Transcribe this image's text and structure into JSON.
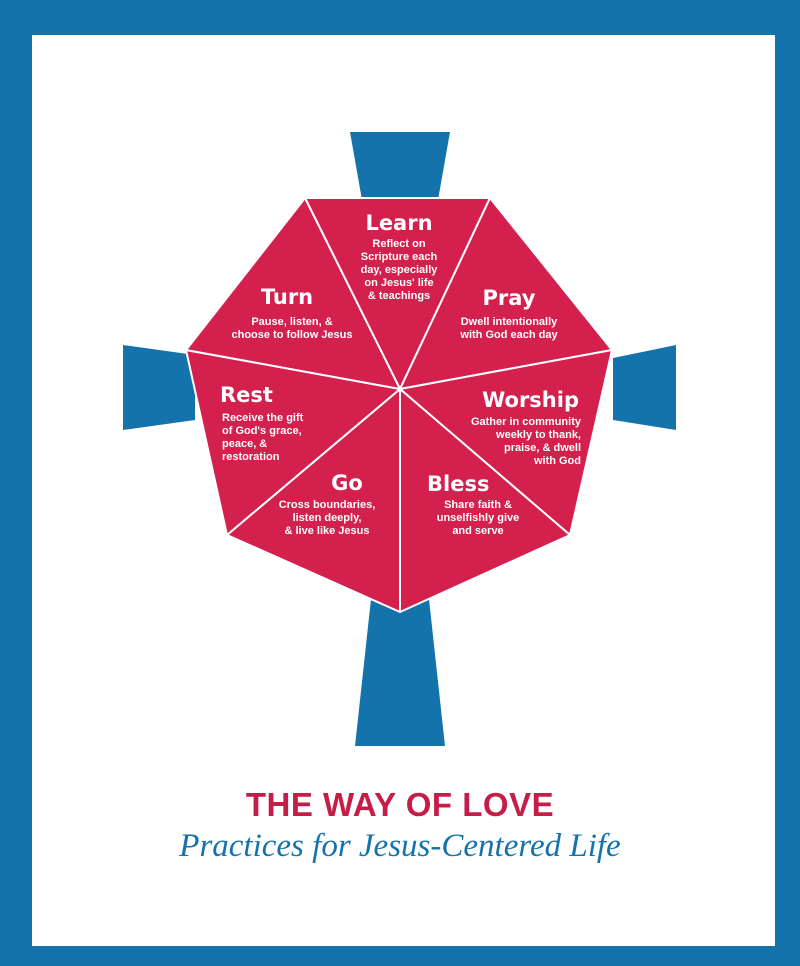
{
  "colors": {
    "border": "#1473ab",
    "cross": "#1473ab",
    "segment": "#d3204d",
    "title": "#c41e48",
    "subtitle": "#1473ab"
  },
  "title": "THE WAY OF LOVE",
  "subtitle": "Practices for Jesus-Centered Life",
  "practices": [
    {
      "name": "Learn",
      "lines": [
        "Reflect on",
        "Scripture each",
        "day, especially",
        "on Jesus' life",
        "& teachings"
      ]
    },
    {
      "name": "Pray",
      "lines": [
        "Dwell intentionally",
        "with God each day"
      ]
    },
    {
      "name": "Worship",
      "lines": [
        "Gather in community",
        "weekly to thank,",
        "praise, & dwell",
        "with God"
      ]
    },
    {
      "name": "Bless",
      "lines": [
        "Share faith &",
        "unselfishly give",
        "and serve"
      ]
    },
    {
      "name": "Go",
      "lines": [
        "Cross boundaries,",
        "listen deeply,",
        "& live like Jesus"
      ]
    },
    {
      "name": "Rest",
      "lines": [
        "Receive the gift",
        "of God's grace,",
        "peace, &",
        "restoration"
      ]
    },
    {
      "name": "Turn",
      "lines": [
        "Pause, listen, &",
        "choose to follow Jesus"
      ]
    }
  ]
}
